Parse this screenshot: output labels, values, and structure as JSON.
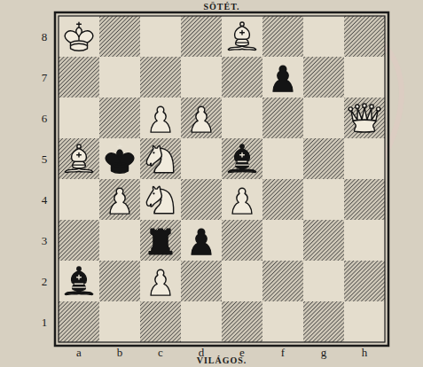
{
  "diagram": {
    "labels": [
      "SÖTÉT.",
      "8",
      "7",
      "6",
      "5",
      "4",
      "3",
      "2",
      "1",
      "a",
      "b",
      "c",
      "d",
      "e",
      "f",
      "g",
      "h",
      "VILÁGOS."
    ]
  }
}
